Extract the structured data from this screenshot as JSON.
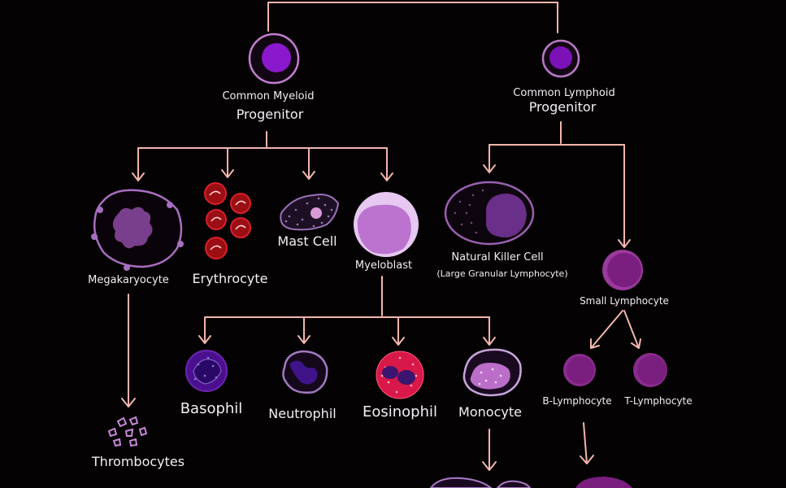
{
  "labels": {
    "common_myeloid_1": "Common Myeloid",
    "common_myeloid_2": "Progenitor",
    "common_lymphoid_1": "Common Lymphoid",
    "common_lymphoid_2": "Progenitor",
    "megakaryocyte": "Megakaryocyte",
    "erythrocyte": "Erythrocyte",
    "mast_cell": "Mast Cell",
    "myeloblast": "Myeloblast",
    "nk_cell_1": "Natural Killer Cell",
    "nk_cell_2": "(Large Granular Lymphocyte)",
    "small_lymphocyte": "Small Lymphocyte",
    "basophil": "Basophil",
    "neutrophil": "Neutrophil",
    "eosinophil": "Eosinophil",
    "monocyte": "Monocyte",
    "b_lymphocyte": "B-Lymphocyte",
    "t_lymphocyte": "T-Lymphocyte",
    "thrombocytes": "Thrombocytes"
  },
  "colors": {
    "background": "#050203",
    "arrow": "#f2b6ad",
    "text": "#f4eef4"
  }
}
